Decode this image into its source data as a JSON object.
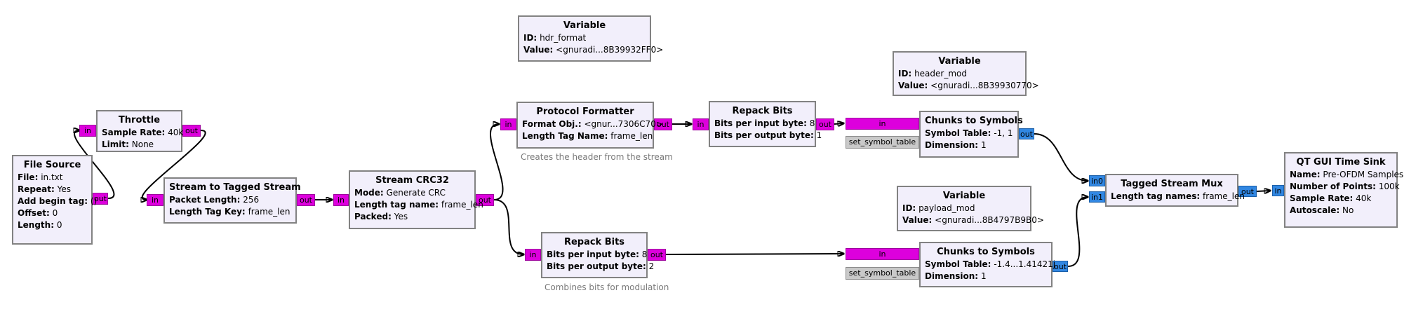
{
  "colors": {
    "block_fill": "#f2effb",
    "block_border": "#828282",
    "port_byte": "#dd00dd",
    "port_complex": "#3187e2",
    "port_gray": "#c9c9c9",
    "wire": "#000000",
    "caption_text": "#7a7a7a"
  },
  "blocks": {
    "file_source": {
      "title": "File Source",
      "params": [
        {
          "name": "File:",
          "value": "in.txt"
        },
        {
          "name": "Repeat:",
          "value": "Yes"
        },
        {
          "name": "Add begin tag:",
          "value": "()"
        },
        {
          "name": "Offset:",
          "value": "0"
        },
        {
          "name": "Length:",
          "value": "0"
        }
      ],
      "ports": {
        "out": "out"
      }
    },
    "throttle": {
      "title": "Throttle",
      "params": [
        {
          "name": "Sample Rate:",
          "value": "40k"
        },
        {
          "name": "Limit:",
          "value": "None"
        }
      ],
      "ports": {
        "in": "in",
        "out": "out"
      }
    },
    "stream_to_tagged_stream": {
      "title": "Stream to Tagged Stream",
      "params": [
        {
          "name": "Packet Length:",
          "value": "256"
        },
        {
          "name": "Length Tag Key:",
          "value": "frame_len"
        }
      ],
      "ports": {
        "in": "in",
        "out": "out"
      }
    },
    "stream_crc32": {
      "title": "Stream CRC32",
      "params": [
        {
          "name": "Mode:",
          "value": "Generate CRC"
        },
        {
          "name": "Length tag name:",
          "value": "frame_len"
        },
        {
          "name": "Packed:",
          "value": "Yes"
        }
      ],
      "ports": {
        "in": "in",
        "out": "out"
      }
    },
    "variable_hdr_format": {
      "title": "Variable",
      "params": [
        {
          "name": "ID:",
          "value": "hdr_format"
        },
        {
          "name": "Value:",
          "value": "<gnuradi...8B39932FF0>"
        }
      ]
    },
    "protocol_formatter": {
      "title": "Protocol Formatter",
      "params": [
        {
          "name": "Format Obj.:",
          "value": "<gnur...7306C70>"
        },
        {
          "name": "Length Tag Name:",
          "value": "frame_len"
        }
      ],
      "ports": {
        "in": "in",
        "out": "out"
      },
      "caption": "Creates the header from the stream"
    },
    "repack_bits_header": {
      "title": "Repack Bits",
      "params": [
        {
          "name": "Bits per input byte:",
          "value": "8"
        },
        {
          "name": "Bits per output byte:",
          "value": "1"
        }
      ],
      "ports": {
        "in": "in",
        "out": "out"
      }
    },
    "variable_header_mod": {
      "title": "Variable",
      "params": [
        {
          "name": "ID:",
          "value": "header_mod"
        },
        {
          "name": "Value:",
          "value": "<gnuradi...8B39930770>"
        }
      ]
    },
    "chunks_to_symbols_header": {
      "title": "Chunks to Symbols",
      "params": [
        {
          "name": "Symbol Table:",
          "value": "-1, 1"
        },
        {
          "name": "Dimension:",
          "value": "1"
        }
      ],
      "ports": {
        "in": "in",
        "set_symbol_table": "set_symbol_table",
        "out": "out"
      }
    },
    "repack_bits_payload": {
      "title": "Repack Bits",
      "params": [
        {
          "name": "Bits per input byte:",
          "value": "8"
        },
        {
          "name": "Bits per output byte:",
          "value": "2"
        }
      ],
      "ports": {
        "in": "in",
        "out": "out"
      },
      "caption": "Combines bits for modulation"
    },
    "variable_payload_mod": {
      "title": "Variable",
      "params": [
        {
          "name": "ID:",
          "value": "payload_mod"
        },
        {
          "name": "Value:",
          "value": "<gnuradi...8B4797B9B0>"
        }
      ]
    },
    "chunks_to_symbols_payload": {
      "title": "Chunks to Symbols",
      "params": [
        {
          "name": "Symbol Table:",
          "value": "-1.4...1.41421j"
        },
        {
          "name": "Dimension:",
          "value": "1"
        }
      ],
      "ports": {
        "in": "in",
        "set_symbol_table": "set_symbol_table",
        "out": "out"
      }
    },
    "tagged_stream_mux": {
      "title": "Tagged Stream Mux",
      "params": [
        {
          "name": "Length tag names:",
          "value": "frame_len"
        }
      ],
      "ports": {
        "in0": "in0",
        "in1": "in1",
        "out": "out"
      }
    },
    "qt_gui_time_sink": {
      "title": "QT GUI Time Sink",
      "params": [
        {
          "name": "Name:",
          "value": "Pre-OFDM Samples"
        },
        {
          "name": "Number of Points:",
          "value": "100k"
        },
        {
          "name": "Sample Rate:",
          "value": "40k"
        },
        {
          "name": "Autoscale:",
          "value": "No"
        }
      ],
      "ports": {
        "in": "in"
      }
    }
  }
}
